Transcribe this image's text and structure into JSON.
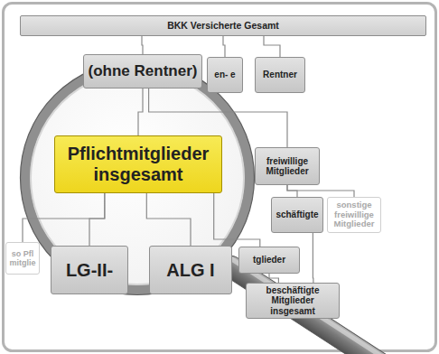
{
  "diagram": {
    "nodes": [
      {
        "text": [
          "BKK Versicherte Gesamt"
        ]
      },
      {
        "text": [
          "(ohne Rentner)"
        ]
      },
      {
        "text": [
          "en- e"
        ]
      },
      {
        "text": [
          "Rentner"
        ]
      },
      {
        "text": [
          "Pflichtmitglieder insgesamt"
        ]
      },
      {
        "text": [
          "freiwillige Mitglieder"
        ]
      },
      {
        "text": [
          "so Pfl mitglie"
        ]
      },
      {
        "text": [
          "LG-II-"
        ]
      },
      {
        "text": [
          "ALG I"
        ]
      },
      {
        "text": [
          "schäftigte"
        ]
      },
      {
        "text": [
          "sonstige freiwillige Mitglieder"
        ]
      },
      {
        "text": [
          "tglieder"
        ]
      },
      {
        "text": [
          "beschäftigte Mitglieder insgesamt"
        ]
      }
    ],
    "edges": [
      {
        "from": 0,
        "to": 1,
        "arrow": "none"
      },
      {
        "from": 0,
        "to": 2,
        "arrow": "none"
      },
      {
        "from": 0,
        "to": 3,
        "arrow": "none"
      },
      {
        "from": 1,
        "to": 4,
        "arrow": "none"
      },
      {
        "from": 1,
        "to": 5,
        "arrow": "none"
      },
      {
        "from": 4,
        "to": 6,
        "arrow": "none"
      },
      {
        "from": 4,
        "to": 7,
        "arrow": "none"
      },
      {
        "from": 4,
        "to": 8,
        "arrow": "none"
      },
      {
        "from": 4,
        "to": 11,
        "arrow": "none"
      },
      {
        "from": 5,
        "to": 9,
        "arrow": "none"
      },
      {
        "from": 5,
        "to": 10,
        "arrow": "none"
      },
      {
        "from": 11,
        "to": 12,
        "arrow": "none"
      },
      {
        "from": 9,
        "to": 12,
        "arrow": "none"
      }
    ]
  }
}
